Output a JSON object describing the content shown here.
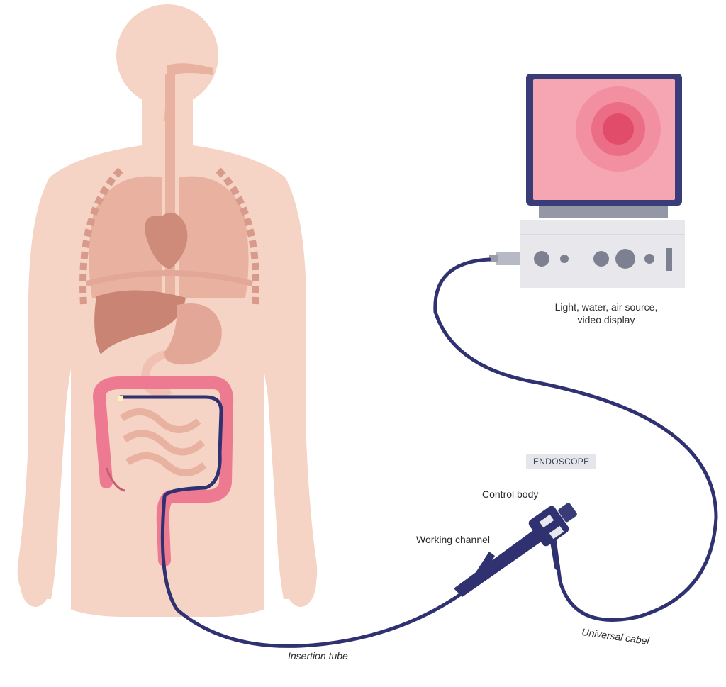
{
  "diagram": {
    "tag": "ENDOSCOPE",
    "labels": {
      "source_line1": "Light, water, air source,",
      "source_line2": "video display",
      "control_body": "Control body",
      "working_channel": "Working channel",
      "universal_cable": "Universal cabel",
      "insertion_tube": "Insertion tube"
    }
  },
  "colors": {
    "skin": "#f5d3c5",
    "organ": "#e9b1a0",
    "organ_dark": "#cf8b7a",
    "colon": "#ee7a92",
    "cable": "#2f3170",
    "monitor_frame": "#3a3c78",
    "screen": "#f28fa0",
    "console": "#e8e8ec"
  },
  "icons": [
    "body-figure-icon",
    "monitor-icon",
    "endoscope-handle-icon"
  ]
}
